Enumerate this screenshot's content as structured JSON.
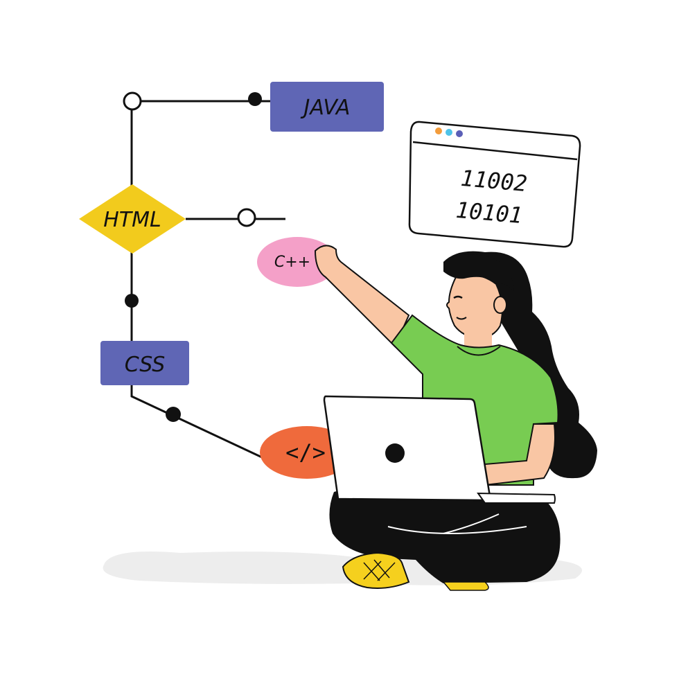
{
  "diagram": {
    "nodes": {
      "java": {
        "label": "JAVA"
      },
      "html": {
        "label": "HTML"
      },
      "css": {
        "label": "CSS"
      },
      "cpp": {
        "label": "C++"
      },
      "tag": {
        "label": "</>"
      }
    },
    "browser_window": {
      "code_lines": [
        "11002",
        "10101"
      ],
      "dot_colors": [
        "#f39c3b",
        "#4fc3e8",
        "#5b5fb7"
      ]
    }
  },
  "colors": {
    "node_purple": "#5f66b5",
    "node_yellow": "#f2cb1d",
    "node_pink": "#f4a0c8",
    "node_orange": "#ef6a3c",
    "shirt_green": "#78cc52",
    "skin": "#f9c6a4",
    "hair": "#111111",
    "shoe_yellow": "#f5d01e",
    "shadow": "#ededed"
  }
}
